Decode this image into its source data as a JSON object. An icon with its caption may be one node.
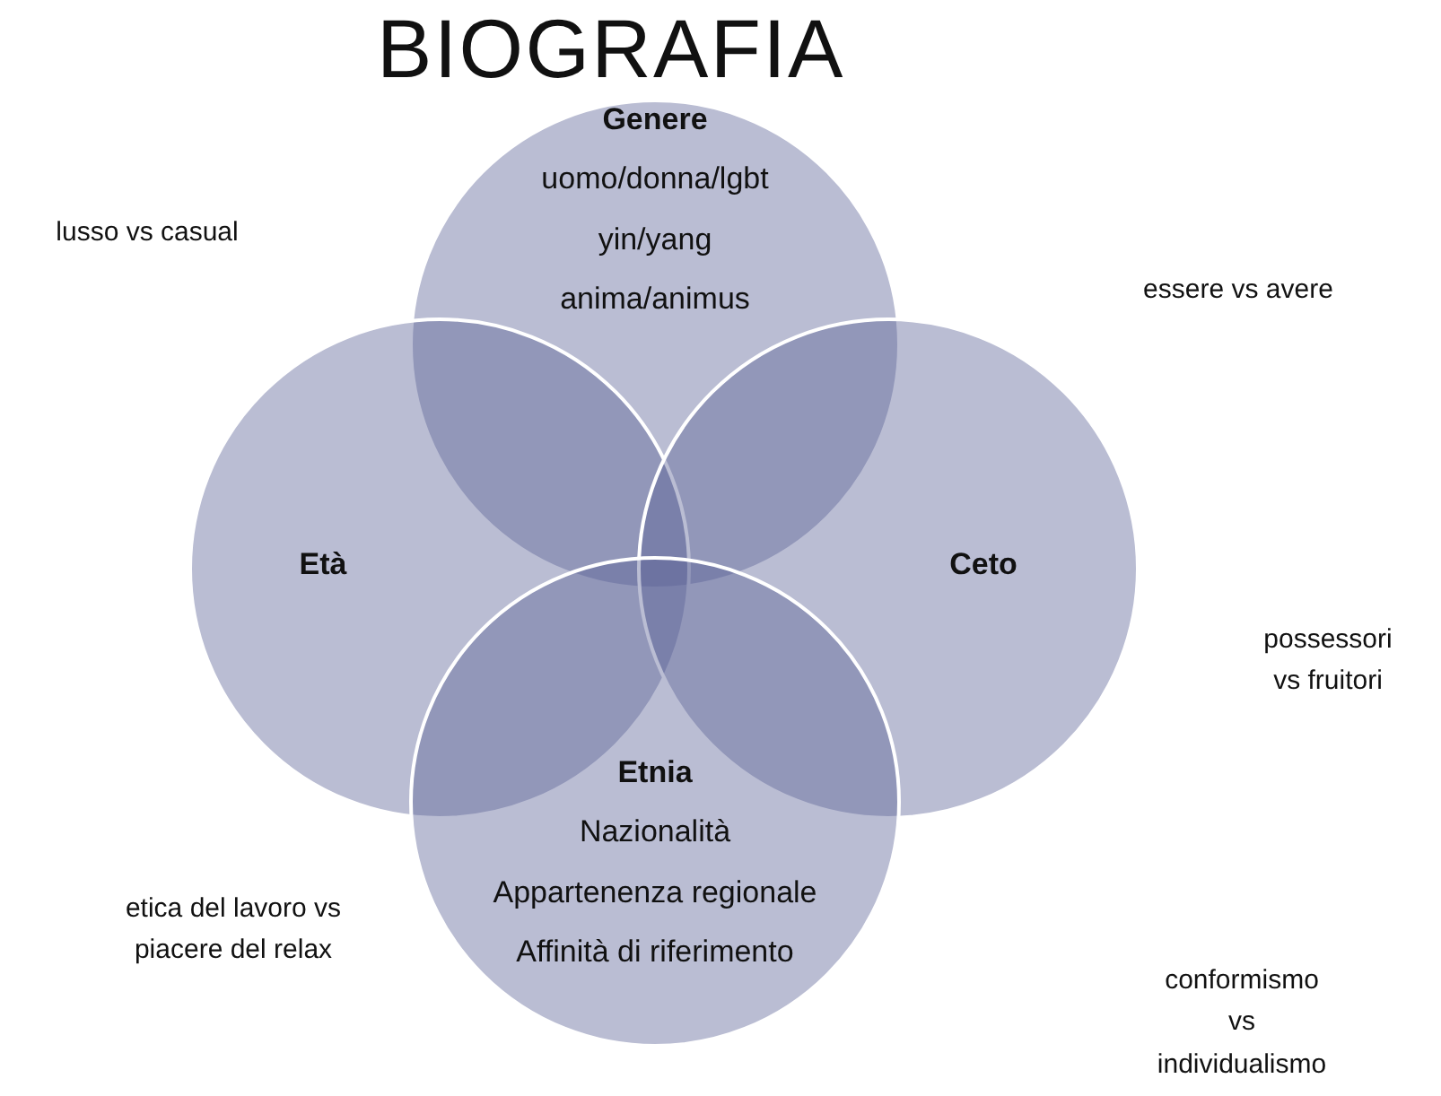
{
  "diagram": {
    "title": "BIOGRAFIA",
    "nodes": [
      {
        "text": [
          "Genere",
          "uomo/donna/lgbt",
          "yin/yang",
          "anima/animus"
        ]
      },
      {
        "text": [
          "Età"
        ]
      },
      {
        "text": [
          "Ceto"
        ]
      },
      {
        "text": [
          "Etnia",
          "Nazionalità",
          "Appartenenza regionale",
          "Affinità di riferimento"
        ]
      }
    ],
    "edges": [],
    "labels": [
      "lusso vs casual",
      "essere vs avere",
      "possessori vs fruitori",
      "etica del lavoro vs piacere del relax",
      "conformismo vs individualismo"
    ]
  }
}
